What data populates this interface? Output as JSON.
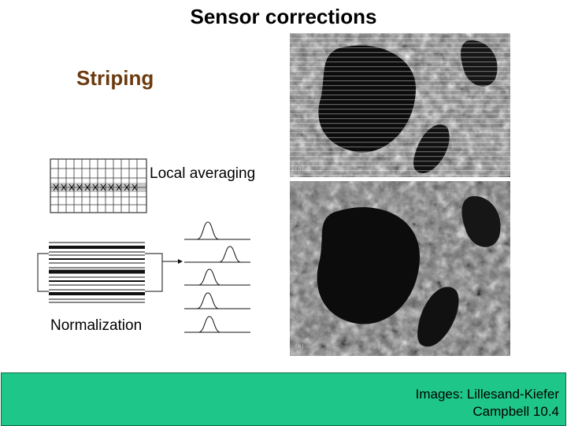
{
  "slide": {
    "title": "Sensor corrections",
    "heading": "Striping",
    "label_local": "Local averaging",
    "label_norm": "Normalization",
    "credit_line1": "Images: Lillesand-Kiefer",
    "credit_line2": "Campbell 10.4"
  },
  "colors": {
    "heading": "#6b3a0e",
    "footer": "#1fc68a"
  }
}
